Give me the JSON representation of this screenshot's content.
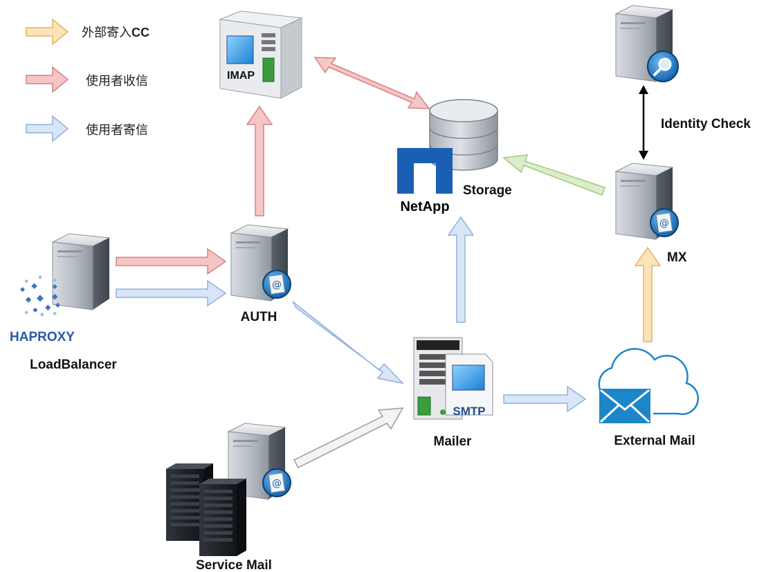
{
  "legend": {
    "external_cc": {
      "text": "外部寄入",
      "suffix": "CC"
    },
    "user_receive": {
      "text": "使用者收信"
    },
    "user_send": {
      "text": "使用者寄信"
    }
  },
  "nodes": {
    "imap": {
      "icon_text": "IMAP"
    },
    "storage": {
      "label": "Storage",
      "brand_text": "NetApp"
    },
    "identity_check": {
      "label": "Identity Check"
    },
    "mx": {
      "label": "MX"
    },
    "auth": {
      "label": "AUTH"
    },
    "loadbalancer": {
      "label": "LoadBalancer",
      "brand_text": "HAPROXY"
    },
    "mailer": {
      "label": "Mailer",
      "icon_text": "SMTP"
    },
    "external_mail": {
      "label": "External Mail"
    },
    "service_mail": {
      "label": "Service Mail"
    }
  },
  "colors": {
    "external_cc_fill": "#fce4b8",
    "external_cc_stroke": "#e8b25e",
    "user_receive_fill": "#f5c6c6",
    "user_receive_stroke": "#d88080",
    "user_send_fill": "#d8e6f8",
    "user_send_stroke": "#8eb0dc",
    "storage_write_fill": "#dcedcc",
    "storage_write_stroke": "#9ec97a",
    "service_fill": "#f4f4f4",
    "service_stroke": "#9a9a9a",
    "netapp_blue": "#1a5fb4"
  }
}
